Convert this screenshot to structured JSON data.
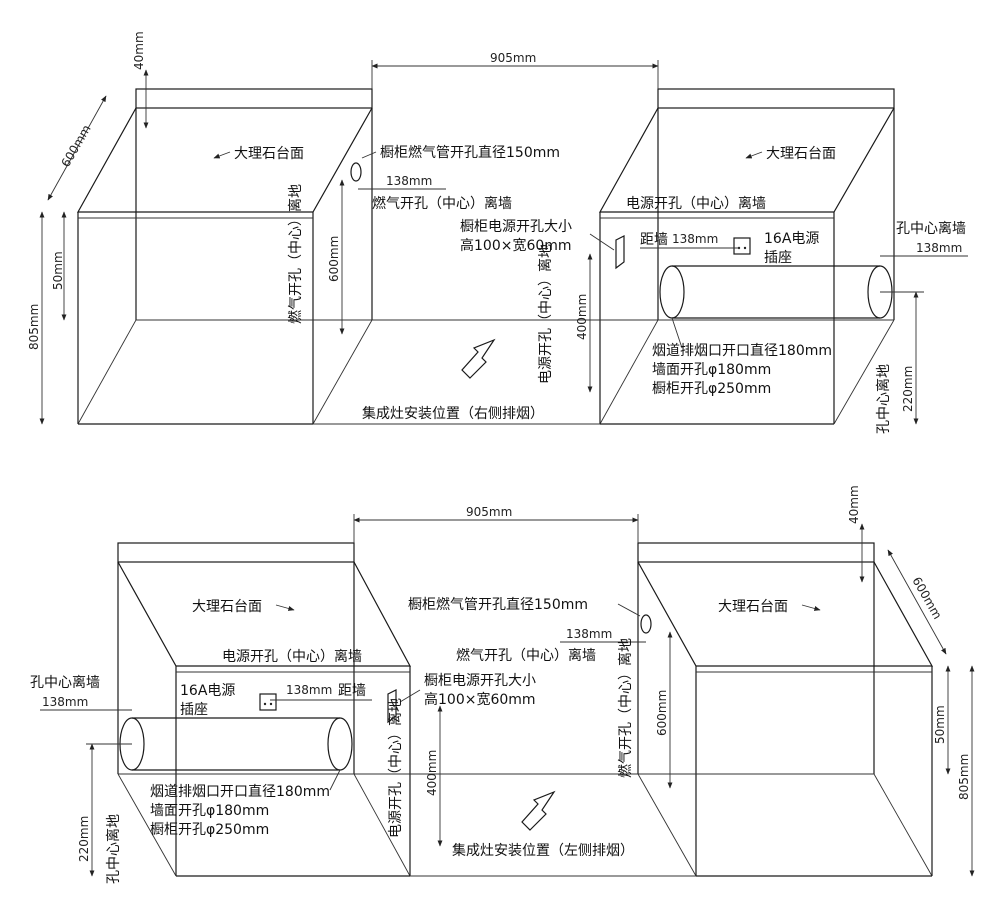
{
  "top": {
    "width_905": "905mm",
    "thick_40": "40mm",
    "depth_600": "600mm",
    "h_50": "50mm",
    "h_805": "805mm",
    "marble_left": "大理石台面",
    "marble_right": "大理石台面",
    "gas_hole_dia": "橱柜燃气管开孔直径150mm",
    "gas_138": "138mm",
    "gas_center_wall": "燃气开孔（中心）离墙",
    "gas_center_floor": "燃气开孔（中心）离地",
    "gas_600": "600mm",
    "power_center_wall": "电源开孔（中心）离墙",
    "power_size_1": "橱柜电源开孔大小",
    "power_size_2": "高100×宽60mm",
    "dist_wall": "距墙",
    "dist_138": "138mm",
    "socket_1": "16A电源",
    "socket_2": "插座",
    "hole_center_wall": "孔中心离墙",
    "hole_138": "138mm",
    "power_center_floor": "电源开孔（中心）离地",
    "power_400": "400mm",
    "flue_1": "烟道排烟口开口直径180mm",
    "flue_2": "墙面开孔φ180mm",
    "flue_3": "橱柜开孔φ250mm",
    "hole_center_floor": "孔中心离地",
    "hole_220": "220mm",
    "install": "集成灶安装位置（右侧排烟）"
  },
  "bottom": {
    "width_905": "905mm",
    "thick_40": "40mm",
    "depth_600": "600mm",
    "h_50": "50mm",
    "h_805": "805mm",
    "marble_left": "大理石台面",
    "marble_right": "大理石台面",
    "gas_hole_dia": "橱柜燃气管开孔直径150mm",
    "gas_138": "138mm",
    "gas_center_wall": "燃气开孔（中心）离墙",
    "gas_center_floor": "燃气开孔（中心）离地",
    "gas_600": "600mm",
    "power_center_wall": "电源开孔（中心）离墙",
    "power_size_1": "橱柜电源开孔大小",
    "power_size_2": "高100×宽60mm",
    "dist_wall": "距墙",
    "dist_138": "138mm",
    "socket_1": "16A电源",
    "socket_2": "插座",
    "hole_center_wall": "孔中心离墙",
    "hole_138": "138mm",
    "power_center_floor": "电源开孔（中心）离地",
    "power_400": "400mm",
    "flue_1": "烟道排烟口开口直径180mm",
    "flue_2": "墙面开孔φ180mm",
    "flue_3": "橱柜开孔φ250mm",
    "hole_center_floor": "孔中心离地",
    "hole_220": "220mm",
    "install": "集成灶安装位置（左侧排烟）"
  }
}
